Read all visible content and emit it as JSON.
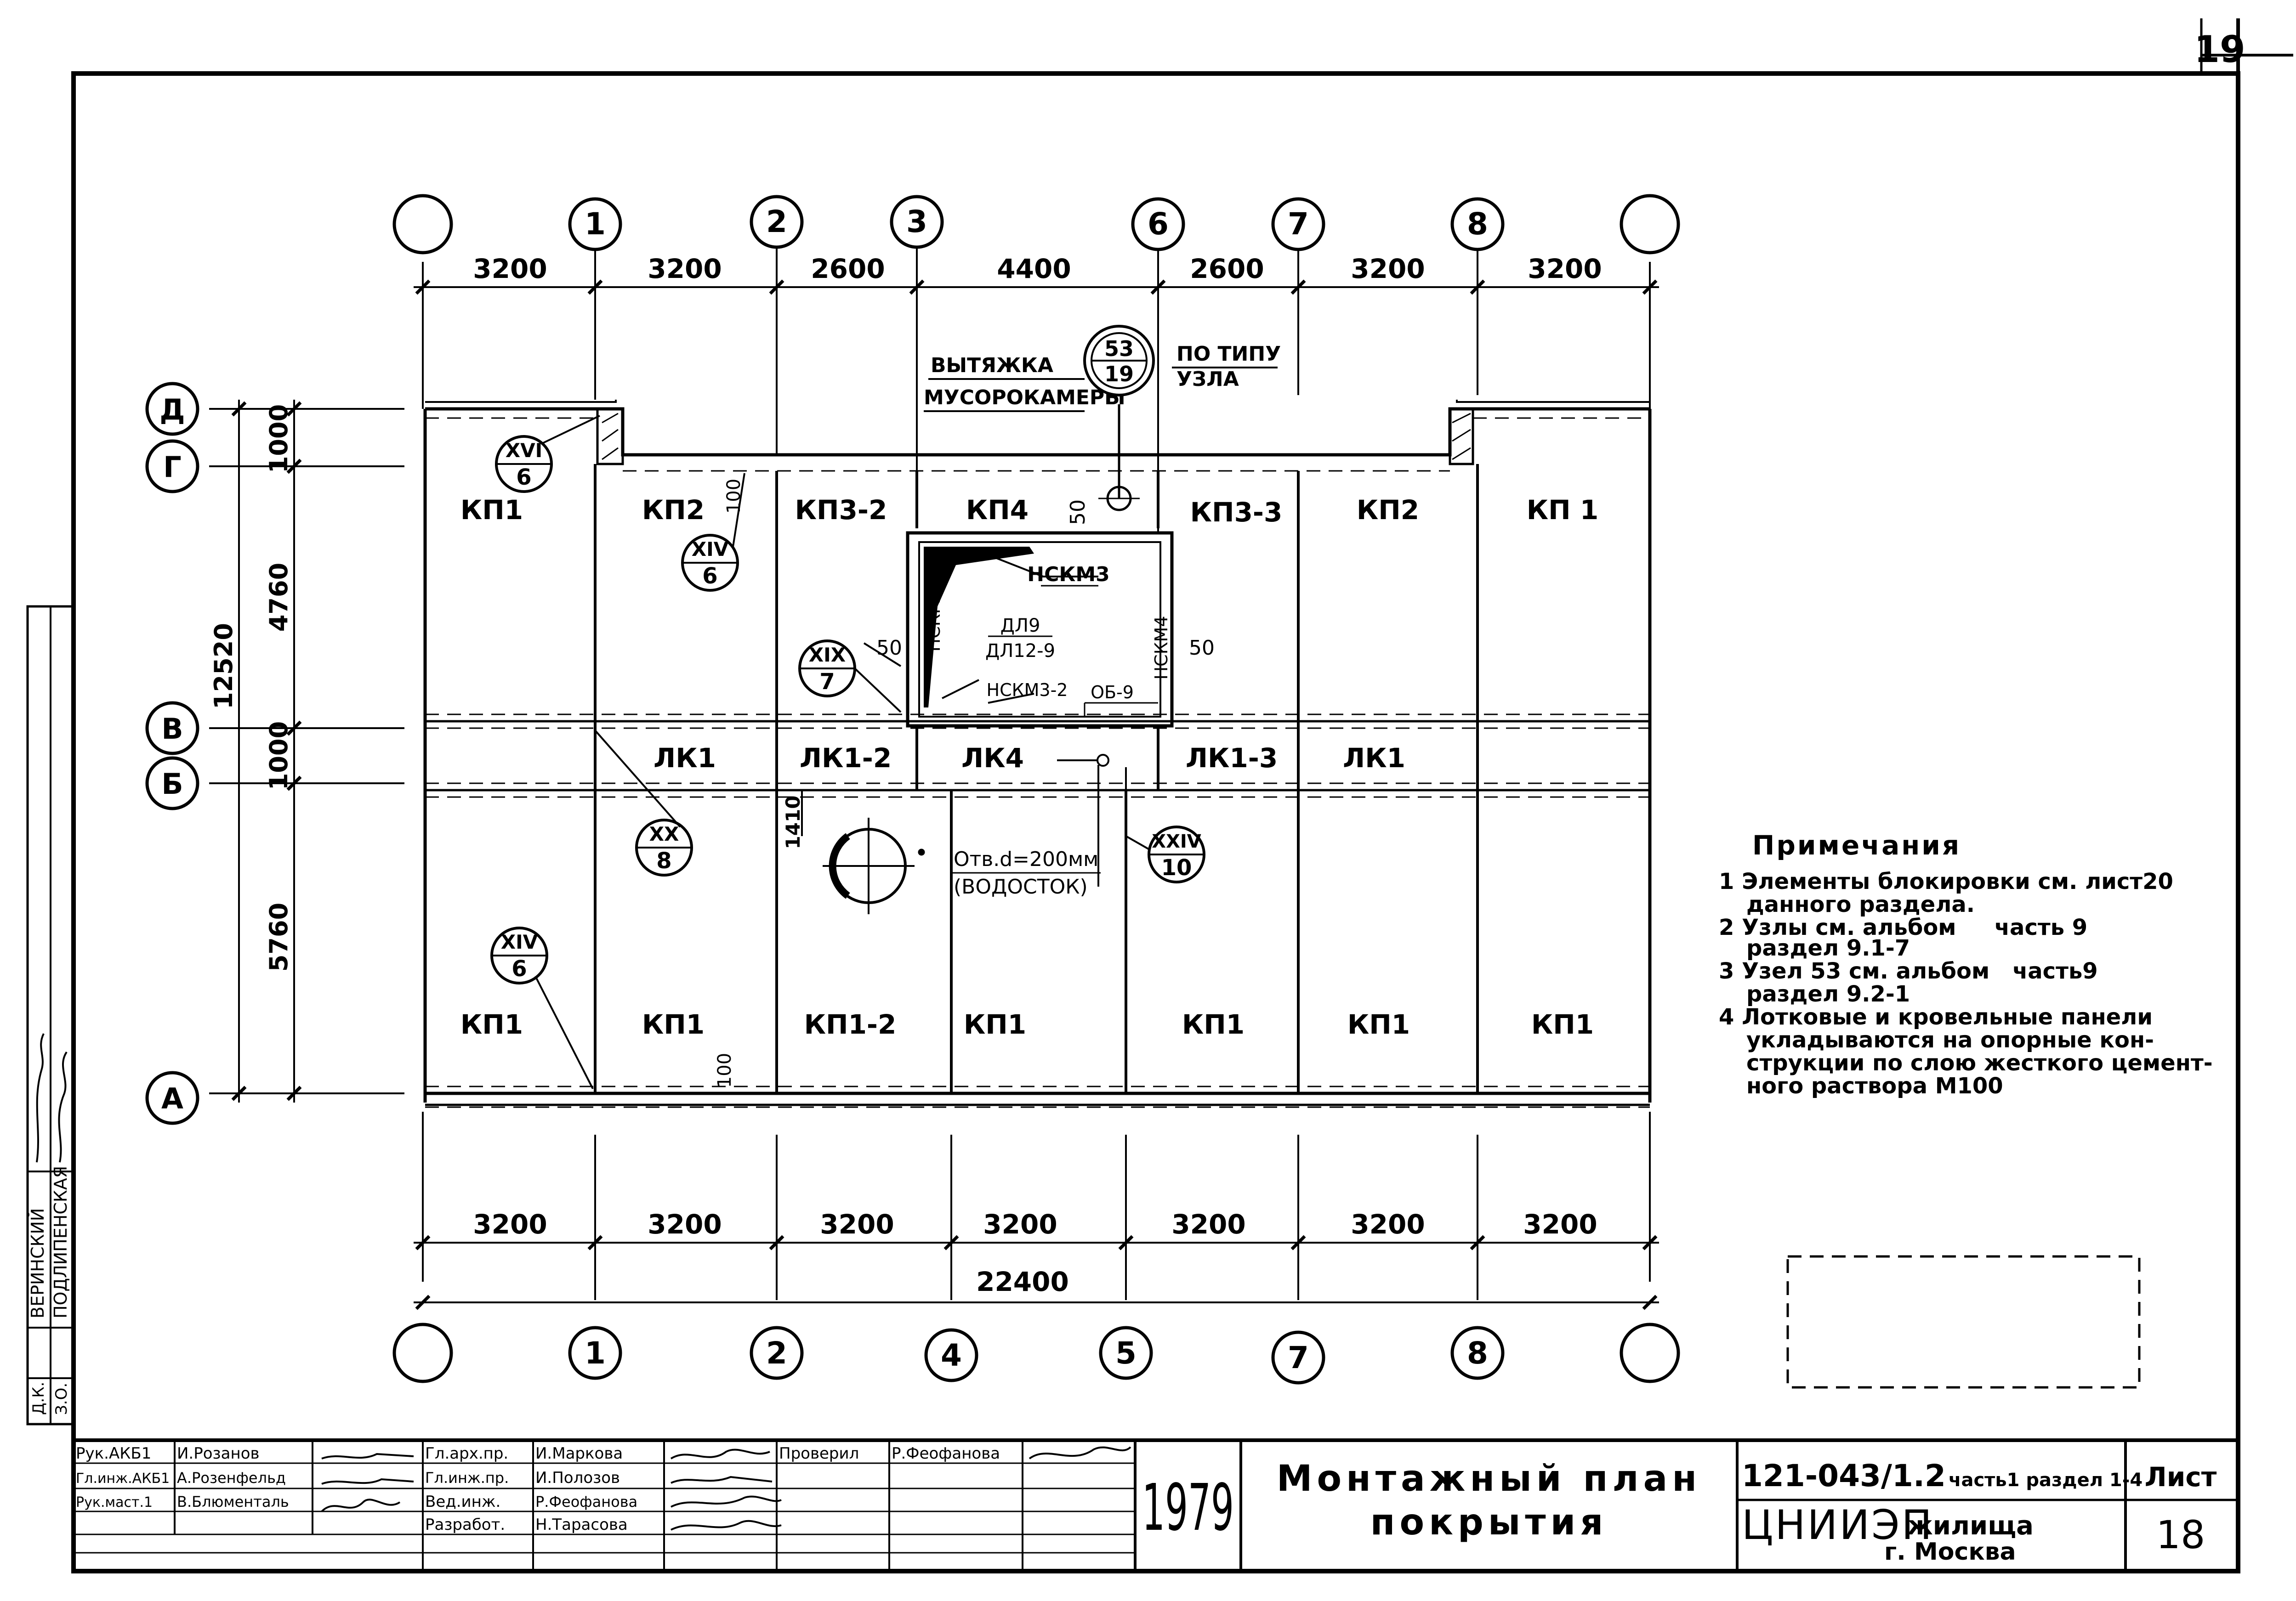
{
  "sheet_corner_number": "19",
  "axes_top": [
    "",
    "1",
    "2",
    "3",
    "6",
    "7",
    "8",
    ""
  ],
  "axes_bottom": [
    "",
    "1",
    "2",
    "4",
    "5",
    "7",
    "8",
    ""
  ],
  "axes_left": [
    "Д",
    "Г",
    "В",
    "Б",
    "А"
  ],
  "dims_top": [
    "3200",
    "3200",
    "2600",
    "4400",
    "2600",
    "3200",
    "3200"
  ],
  "dims_bottom": [
    "3200",
    "3200",
    "3200",
    "3200",
    "3200",
    "3200",
    "3200"
  ],
  "dim_total_bottom": "22400",
  "dims_left": [
    "1000",
    "4760",
    "1000",
    "5760"
  ],
  "dim_total_left": "12520",
  "labels": {
    "vytyazhka": "ВЫТЯЖКА",
    "musorokamery": "МУСОРОКАМЕРЫ",
    "po_tipu": "ПО ТИПУ",
    "uzla": "УЗЛА",
    "otv": "Отв.d=200мм",
    "vodostok": "(ВОДОСТОК)",
    "dl9": "ДЛ9",
    "dl12_9": "ДЛ12-9",
    "nskm3": "НСКМ3",
    "nskm3_2": "НСКМ3-2",
    "nskm4_2": "НСКМ4-2",
    "nskm4": "НСКМ4",
    "ob_9": "ОБ-9",
    "d50a": "50",
    "d50b": "50",
    "d50c": "50",
    "d100a": "100",
    "d100b": "100",
    "d1410": "1410"
  },
  "panels_top": [
    "КП1",
    "КП2",
    "КП3-2",
    "КП4",
    "КП3-3",
    "КП2",
    "КП 1"
  ],
  "trays": [
    "ЛК1",
    "ЛК1-2",
    "ЛК4",
    "ЛК1-3",
    "ЛК1"
  ],
  "panels_bottom": [
    "КП1",
    "КП1",
    "КП1-2",
    "КП1",
    "КП1",
    "КП1",
    "КП1"
  ],
  "nodes": [
    {
      "top": "XVI",
      "bottom": "6"
    },
    {
      "top": "XIV",
      "bottom": "6"
    },
    {
      "top": "XIX",
      "bottom": "7"
    },
    {
      "top": "XX",
      "bottom": "8"
    },
    {
      "top": "XIV",
      "bottom": "6"
    },
    {
      "top": "XXIV",
      "bottom": "10"
    },
    {
      "top": "53",
      "bottom": "19"
    }
  ],
  "notes": {
    "title": "Примечания",
    "lines": [
      "1 Элементы блокировки см. лист20",
      "данного раздела.",
      "2 Узлы см. альбом     часть 9",
      "раздел 9.1-7",
      "3 Узел 53 см. альбом   часть9",
      "раздел 9.2-1",
      "4 Лотковые и кровельные панели",
      "укладываются на опорные кон-",
      "струкции по слою жесткого цемент-",
      "ного раствора М100"
    ]
  },
  "side_stamp": [
    "ВЕРИНСКИЙ",
    "ПОДЛИПЕНСКАЯ",
    "Д.К.",
    "З.О."
  ],
  "title_block": {
    "rows": [
      [
        "Рук.АКБ1",
        "И.Розанов",
        "Гл.арх.пр.",
        "И.Маркова",
        "Проверил",
        "Р.Феофанова"
      ],
      [
        "Гл.инж.АКБ1",
        "А.Розенфельд",
        "Гл.инж.пр.",
        "И.Полозов",
        "",
        ""
      ],
      [
        "Рук.маст.1",
        "В.Блюменталь",
        "Вед.инж.",
        "Р.Феофанова",
        "",
        ""
      ],
      [
        "",
        "",
        "Разработ.",
        "Н.Тарасова",
        "",
        ""
      ]
    ],
    "year": "1979",
    "title_line1": "Монтажный план",
    "title_line2": "покрытия",
    "code": "121-043/1.2",
    "code_part": "часть1 раздел 1-4",
    "org": "ЦНИИЭП",
    "org_suffix": "жилища",
    "city": "г. Москва",
    "sheet_label": "Лист",
    "sheet_number": "18"
  }
}
